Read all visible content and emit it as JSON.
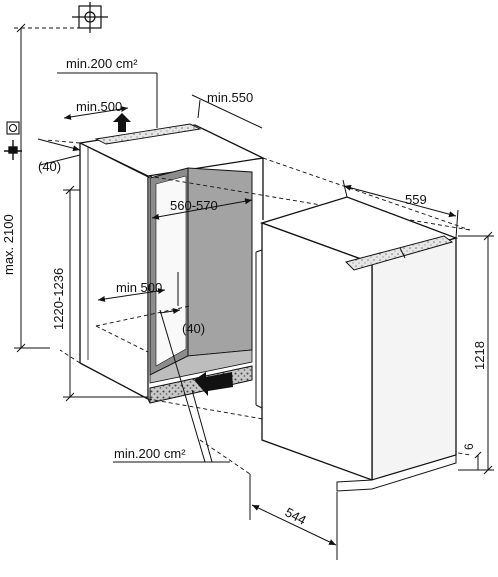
{
  "labels": {
    "vent_top_area": "min.200 cm²",
    "vent_top_width": "min.500",
    "depth_min": "min.550",
    "offset_40_top": "(40)",
    "max_height": "max. 2100",
    "niche_height": "1220-1236",
    "niche_width": "560-570",
    "bottom_min": "min 500",
    "offset_40_bottom": "(40)",
    "vent_bottom_area": "min.200 cm²",
    "appliance_width": "559",
    "appliance_height": "1218",
    "appliance_depth": "544",
    "gap_bottom": "6"
  },
  "icons": {
    "top_symbol": "crosshair-square-icon",
    "socket": "power-socket-icon",
    "plug": "power-plug-icon"
  },
  "colors": {
    "line": "#1a1a1a",
    "niche_shading": "#9a9a9a",
    "vent_gravel": "#555555"
  }
}
